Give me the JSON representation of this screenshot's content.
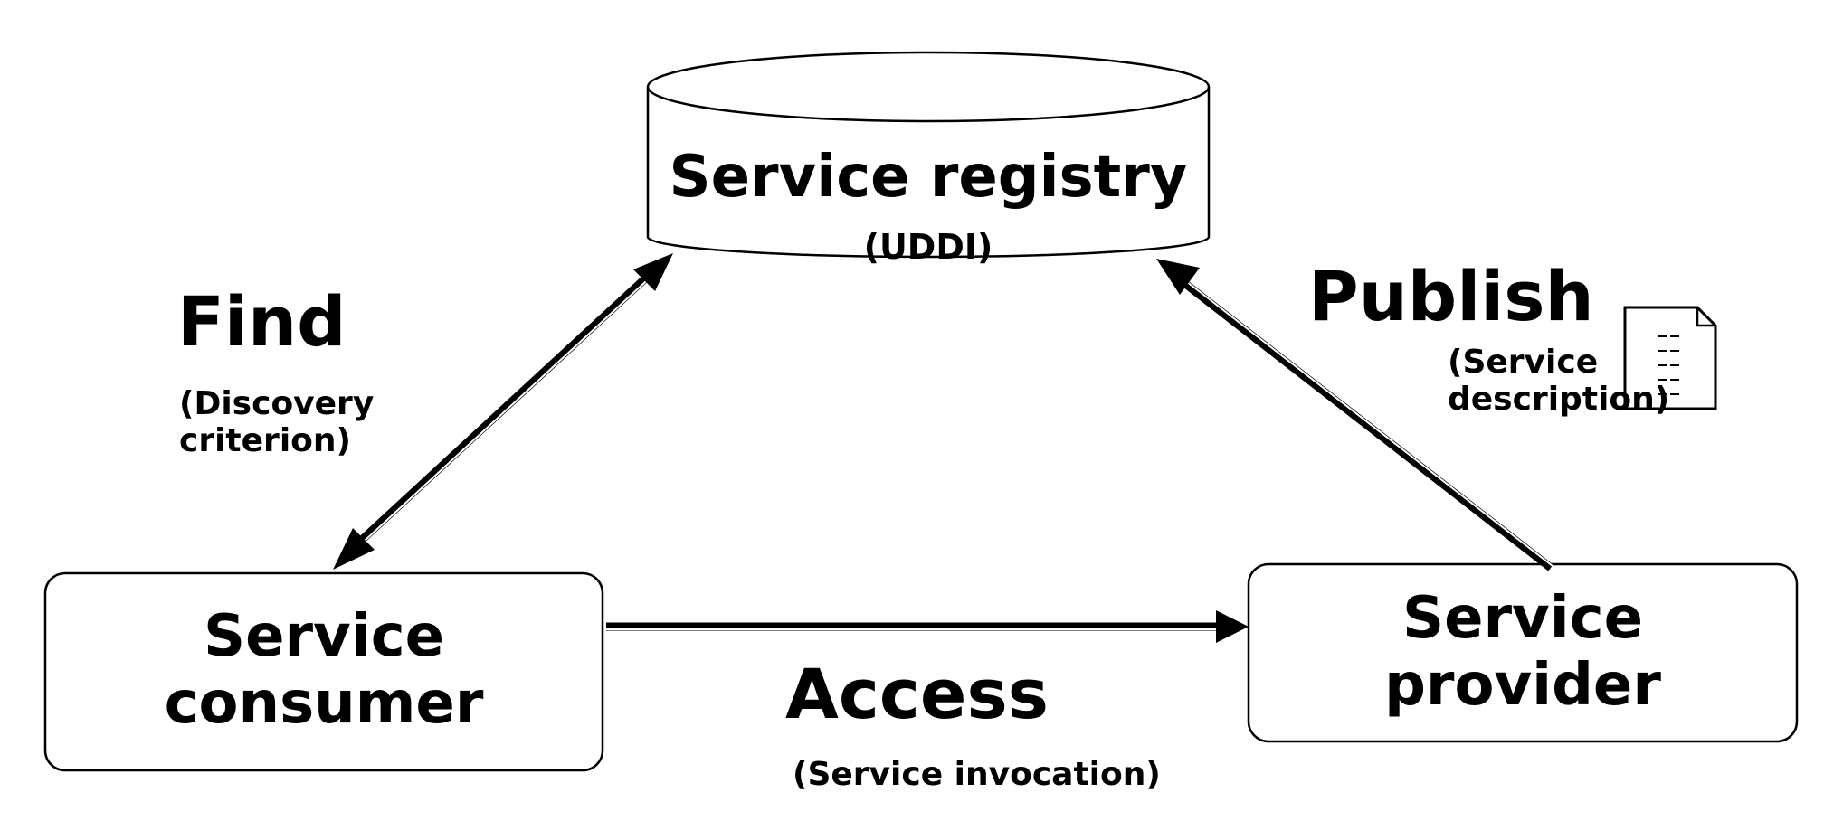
{
  "nodes": {
    "registry": {
      "title": "Service registry",
      "subtitle": "(UDDI)"
    },
    "consumer": {
      "line1": "Service",
      "line2": "consumer"
    },
    "provider": {
      "line1": "Service",
      "line2": "provider"
    }
  },
  "edges": {
    "find": {
      "label": "Find",
      "detail_line1": "(Discovery",
      "detail_line2": "criterion)"
    },
    "publish": {
      "label": "Publish",
      "detail_line1": "(Service",
      "detail_line2": "description)"
    },
    "access": {
      "label": "Access",
      "detail": "(Service invocation)"
    }
  },
  "icons": {
    "publish_document": "document-icon"
  }
}
